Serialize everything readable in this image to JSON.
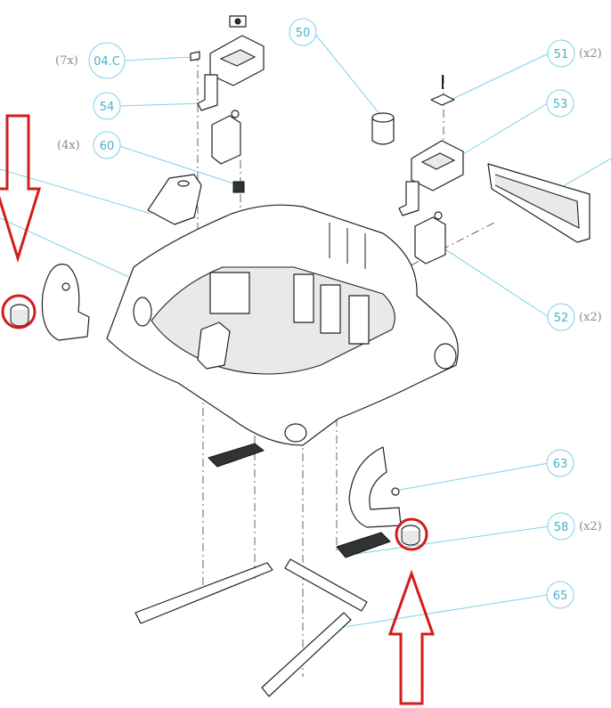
{
  "callouts": [
    {
      "label": "50",
      "qty": ""
    },
    {
      "label": "51",
      "qty": "(x2)"
    },
    {
      "label": "04.C",
      "qty": "(7x)"
    },
    {
      "label": "53",
      "qty": ""
    },
    {
      "label": "54",
      "qty": ""
    },
    {
      "label": "60",
      "qty": "(4x)"
    },
    {
      "label": "52",
      "qty": "(x2)"
    },
    {
      "label": "63",
      "qty": ""
    },
    {
      "label": "58",
      "qty": "(x2)"
    },
    {
      "label": "65",
      "qty": ""
    }
  ],
  "highlight_color": "#d31c1c",
  "leader_color": "#7fd0e6"
}
